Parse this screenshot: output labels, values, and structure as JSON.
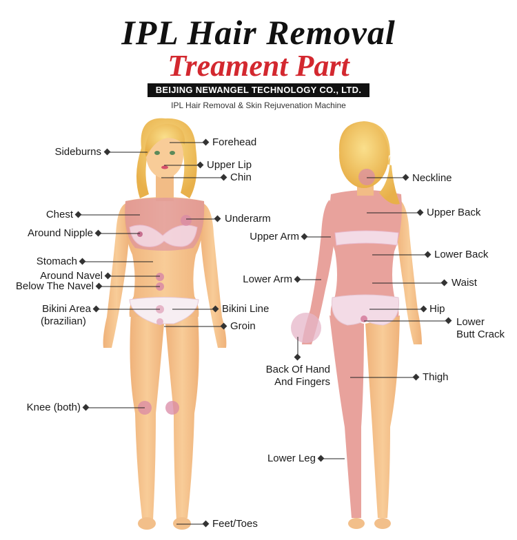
{
  "header": {
    "title_line1": "IPL Hair Removal",
    "title_line2": "Treament Part",
    "company": "BEIJING NEWANGEL TECHNOLOGY CO., LTD.",
    "subtitle": "IPL Hair Removal & Skin Rejuvenation Machine"
  },
  "colors": {
    "skin": "#f6c48e",
    "skin_shade": "#eeb078",
    "treatment_zone": "#d989a6",
    "hair": "#f2c55a",
    "title_red": "#d3282f",
    "underwear": "#f7eef2"
  },
  "front_labels": {
    "sideburns": "Sideburns",
    "forehead": "Forehead",
    "upper_lip": "Upper Lip",
    "chin": "Chin",
    "chest": "Chest",
    "underarm": "Underarm",
    "around_nipple": "Around Nipple",
    "stomach": "Stomach",
    "around_navel": "Around Navel",
    "below_navel": "Below The Navel",
    "bikini_area": "Bikini Area",
    "bikini_area_sub": "(brazilian)",
    "bikini_line": "Bikini Line",
    "groin": "Groin",
    "knee": "Knee (both)",
    "feet": "Feet/Toes"
  },
  "back_labels": {
    "neckline": "Neckline",
    "upper_back": "Upper Back",
    "upper_arm": "Upper Arm",
    "lower_back": "Lower Back",
    "lower_arm": "Lower Arm",
    "waist": "Waist",
    "hip": "Hip",
    "lower_butt_1": "Lower",
    "lower_butt_2": "Butt Crack",
    "back_hand_1": "Back Of Hand",
    "back_hand_2": "And Fingers",
    "thigh": "Thigh",
    "lower_leg": "Lower Leg"
  }
}
